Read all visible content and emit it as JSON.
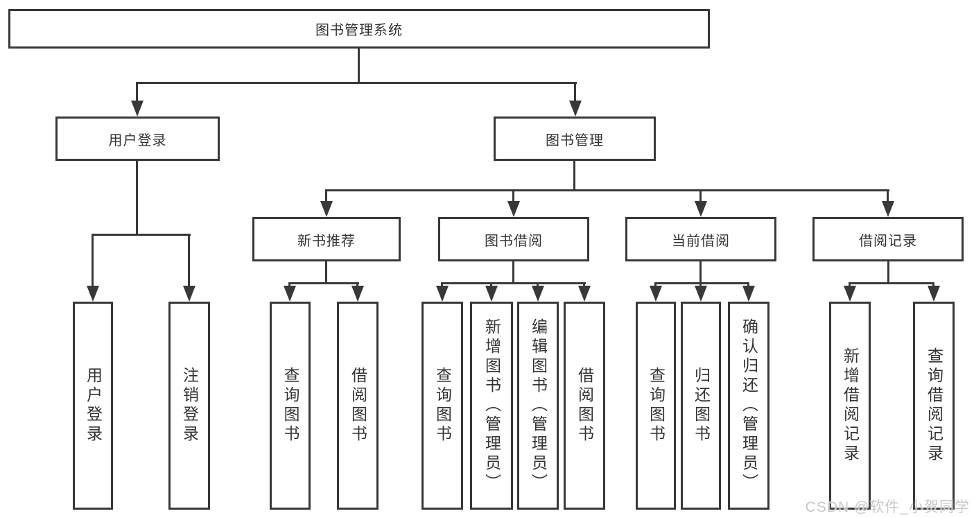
{
  "diagram": {
    "root": {
      "label": "图书管理系统"
    },
    "level2": [
      {
        "label": "用户登录"
      },
      {
        "label": "图书管理"
      }
    ],
    "level3": [
      {
        "label": "新书推荐"
      },
      {
        "label": "图书借阅"
      },
      {
        "label": "当前借阅"
      },
      {
        "label": "借阅记录"
      }
    ],
    "leaves": {
      "user_login": [
        "用户登录",
        "注销登录"
      ],
      "new_book_recommend": [
        "查询图书",
        "借阅图书"
      ],
      "book_borrow": [
        "查询图书",
        "新增图书（管理员）",
        "编辑图书（管理员）",
        "借阅图书"
      ],
      "current_borrow": [
        "查询图书",
        "归还图书",
        "确认归还（管理员）"
      ],
      "borrow_records": [
        "新增借阅记录",
        "查询借阅记录"
      ]
    }
  },
  "watermark": "CSDN @软件_小贺同学",
  "colors": {
    "line": "#383838",
    "background": "#ffffff",
    "watermark": "#c8c8c8"
  }
}
